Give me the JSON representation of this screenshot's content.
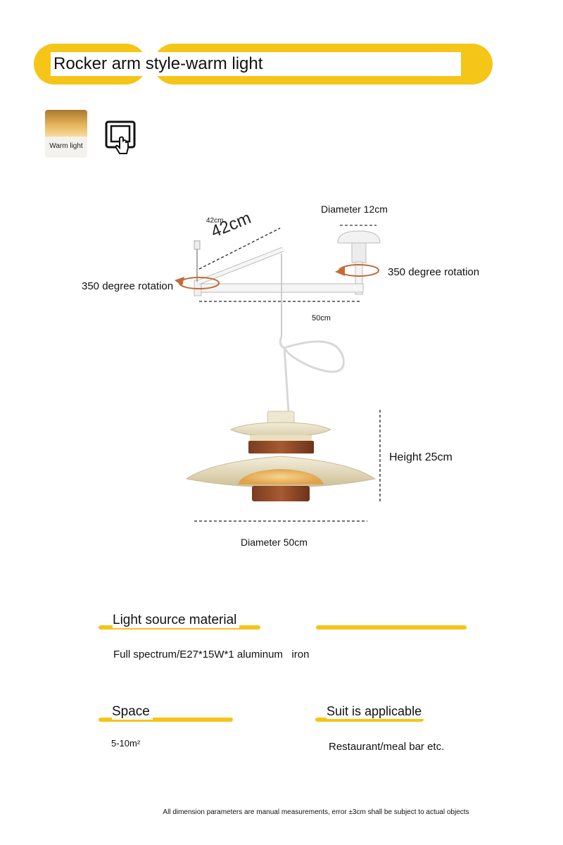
{
  "header": {
    "title": "Rocker arm style-warm light"
  },
  "light_color": {
    "swatch_label": "Warm light",
    "icon": "switch-touch-icon",
    "accent": "#f5c518"
  },
  "diagram": {
    "arm_length_small": "42cm",
    "arm_length_large": "42cm",
    "canopy_diameter": "Diameter 12cm",
    "rotation_left": "350 degree rotation",
    "rotation_right": "350 degree rotation",
    "arm_span": "50cm",
    "height": "Height 25cm",
    "shade_diameter": "Diameter 50cm"
  },
  "specs": {
    "light_source": {
      "title": "Light source material",
      "value": "Full spectrum/E27*15W*1 aluminum   iron"
    },
    "space": {
      "title": "Space",
      "value": "5-10m²"
    },
    "suitable": {
      "title": "Suit is applicable",
      "value": "Restaurant/meal bar etc."
    }
  },
  "footer": {
    "note": "All dimension parameters are manual measurements, error ±3cm shall be subject to actual objects"
  }
}
